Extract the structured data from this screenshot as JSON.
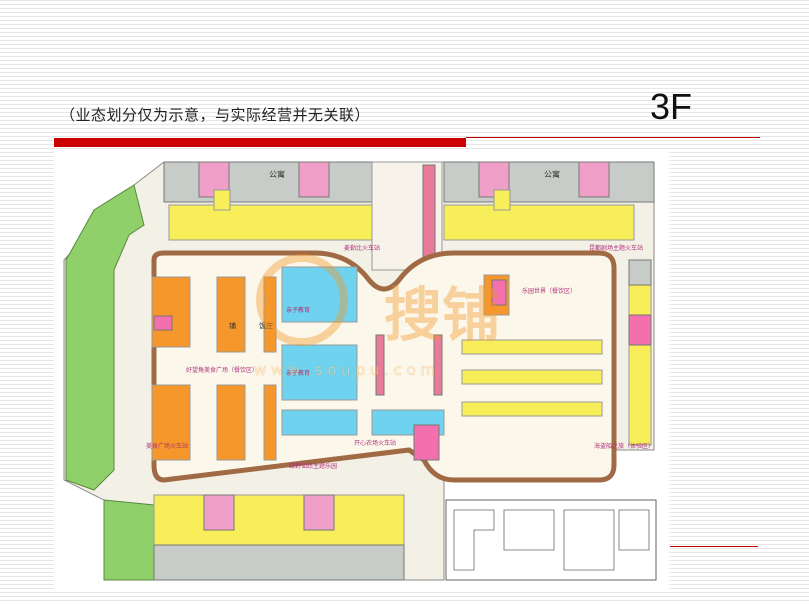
{
  "header": {
    "subtitle": "（业态划分仅为示意，与实际经营并无关联）",
    "floor": "3F"
  },
  "plan": {
    "apartment_label_left": "公寓",
    "apartment_label_right": "公寓",
    "zones": {
      "kids_train_stop": "麦勒比火车站",
      "theater_train_stop": "昆都剧场主题火车站",
      "top_right_block": "乐园世界（餐饮区）",
      "food_plaza": "好望角美食广场（餐饮区）",
      "food_train_stop": "美食广场火车站",
      "happy_farm_stop": "开心农场火车站",
      "wild_park": "绿野仙踪主题乐园",
      "pirate_stop": "海盗船之旅（体验区）",
      "blue_block_upper": "亲子教育",
      "blue_block_lower": "亲子教育",
      "shop_a": "铺",
      "shop_b": "饭庄"
    },
    "watermark": {
      "logo_text": "搜铺",
      "url": "w w w . s o u p u . c o m"
    }
  },
  "colors": {
    "accent_red": "#cc0000",
    "orange": "#f5972a",
    "yellow": "#f7ee5a",
    "blue": "#6fd2ee",
    "green": "#8fd06a",
    "pink": "#f36fae",
    "grey": "#c8c8c8",
    "track_brown": "#a06a45"
  }
}
